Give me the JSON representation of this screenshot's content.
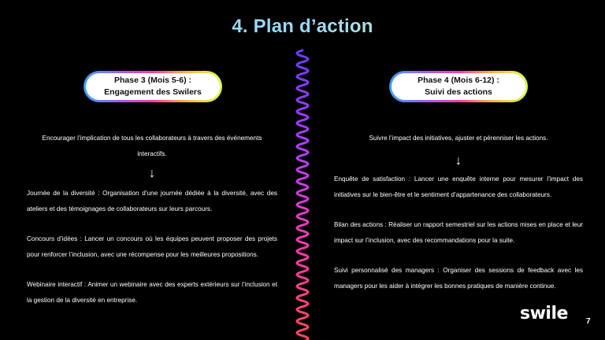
{
  "title": "4. Plan d’action",
  "left": {
    "phase_line1": "Phase 3 (Mois 5-6) :",
    "phase_line2": "Engagement des Swilers",
    "intro": "Encourager l’implication de tous les collaborateurs à travers des événements interactifs.",
    "items": [
      "Journée de la diversité : Organisation d’une journée dédiée à la diversité, avec des ateliers et des témoignages de collaborateurs sur leurs parcours.",
      "Concours d’idées : Lancer un concours où les équipes peuvent proposer des projets pour renforcer l’inclusion, avec une récompense pour les meilleures propositions.",
      "Webinaire interactif : Animer un webinaire avec des experts extérieurs sur l’inclusion et la gestion de la diversité en entreprise."
    ]
  },
  "right": {
    "phase_line1": "Phase 4 (Mois 6-12) :",
    "phase_line2": "Suivi des actions",
    "intro": "Suivre l’impact des initiatives, ajuster et pérenniser les actions.",
    "items": [
      "Enquête de satisfaction : Lancer une enquête interne pour mesurer l’impact des initiatives sur le bien-être et le sentiment d’appartenance des collaborateurs.",
      "Bilan des actions : Réaliser un rapport semestriel sur les actions mises en place et leur impact sur l’inclusion, avec des recommandations pour la suite.",
      "Suivi personnalisé des managers : Organiser des sessions de feedback avec les managers pour les aider à intégrer les bonnes pratiques de manière continue."
    ]
  },
  "arrow_glyph": "↓",
  "logo": "swile",
  "page_number": "7",
  "colors": {
    "background": "#000000",
    "spring_top": "#7b3cff",
    "spring_bottom": "#ff3a6e"
  }
}
